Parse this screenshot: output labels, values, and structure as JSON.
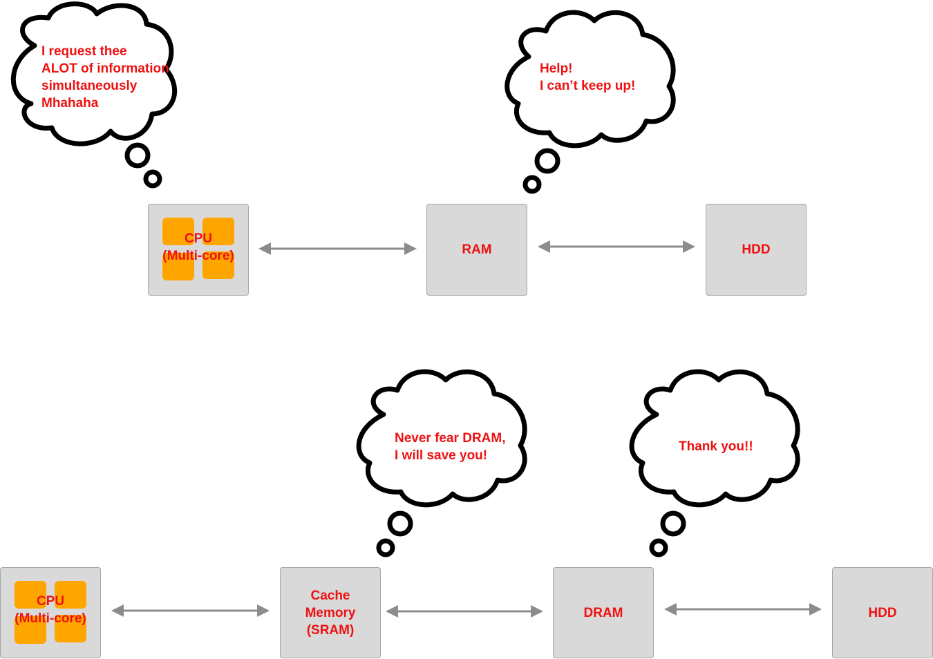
{
  "colors": {
    "text": "#ee1111",
    "box_fill": "#d9d9d9",
    "box_border": "#a6a6a6",
    "core_fill": "#ffa500",
    "arrow": "#8c8c8c",
    "cloud_stroke": "#000000"
  },
  "top_row": {
    "cpu_label": "CPU\n(Multi-core)",
    "ram_label": "RAM",
    "hdd_label": "HDD",
    "cpu_thought": "I request thee\nALOT of information\nsimultaneously\nMhahaha",
    "ram_thought": "Help!\nI can’t keep up!"
  },
  "bottom_row": {
    "cpu_label": "CPU\n(Multi-core)",
    "cache_label": "Cache\nMemory\n(SRAM)",
    "dram_label": "DRAM",
    "hdd_label": "HDD",
    "cache_thought": "Never fear DRAM,\nI will save you!",
    "dram_thought": "Thank you!!"
  }
}
